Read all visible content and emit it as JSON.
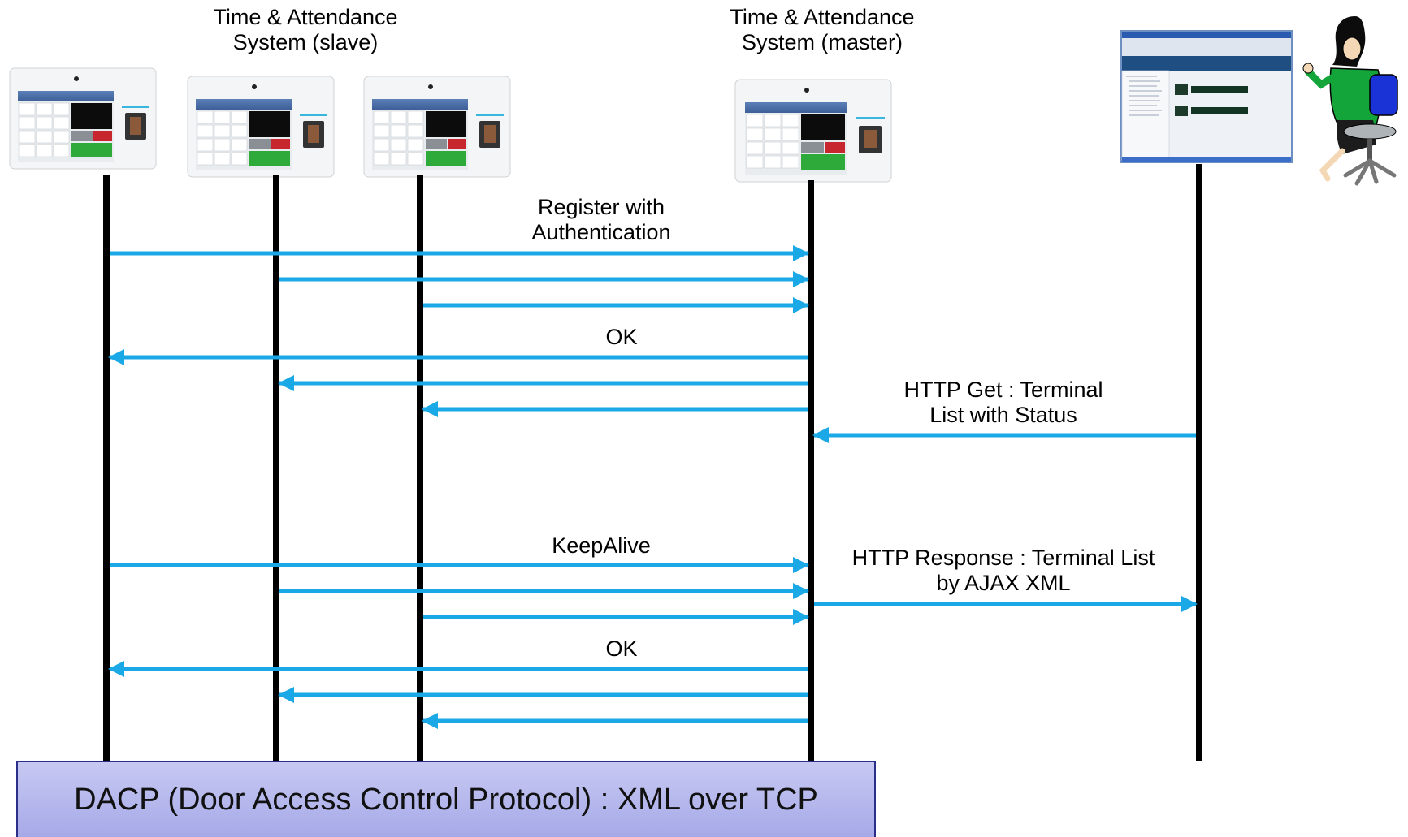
{
  "diagram": {
    "slave_system_label": "Time & Attendance\nSystem (slave)",
    "master_system_label": "Time & Attendance\nSystem (master)",
    "messages": {
      "register": "Register with\nAuthentication",
      "ok_1": "OK",
      "http_get": "HTTP Get : Terminal\nList with Status",
      "keepalive": "KeepAlive",
      "http_response": "HTTP Response : Terminal List\nby AJAX XML",
      "ok_2": "OK"
    },
    "footer": "DACP (Door Access Control Protocol) : XML over TCP",
    "colors": {
      "arrow": "#1aa9e6",
      "lifeline": "#000000",
      "footer_bg": "#b4b6ec",
      "footer_border": "#2b2f8a",
      "keypad_accept": "#2eaa3a",
      "keypad_reject": "#c8262e"
    }
  }
}
